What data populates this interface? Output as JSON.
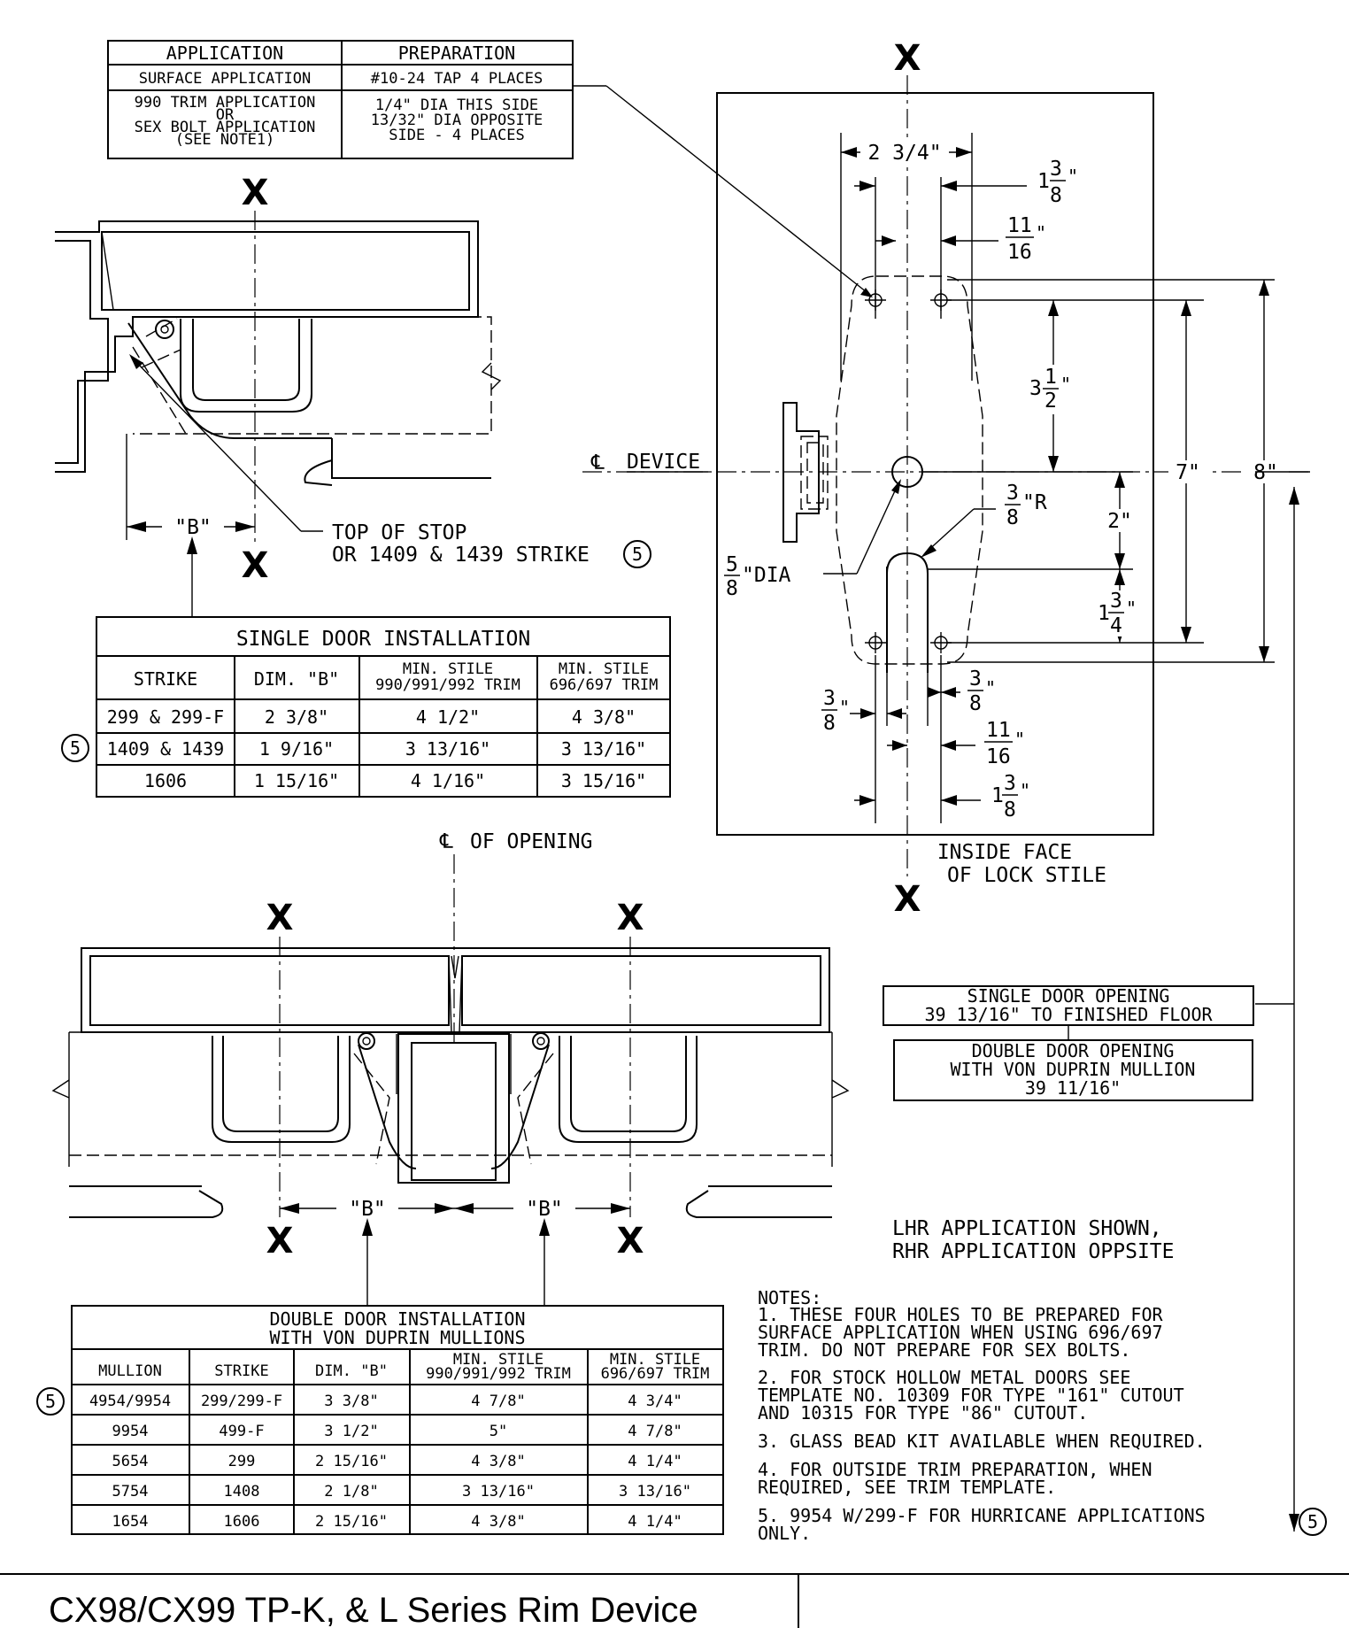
{
  "prep_table": {
    "headers": [
      "APPLICATION",
      "PREPARATION"
    ],
    "rows": [
      [
        "SURFACE APPLICATION",
        "#10-24 TAP 4 PLACES"
      ],
      [
        "990 TRIM APPLICATION|OR|SEX BOLT APPLICATION|(SEE NOTE1)",
        "1/4\" DIA THIS SIDE|13/32\" DIA OPPOSITE|SIDE - 4 PLACES"
      ]
    ]
  },
  "axis_mark": "X",
  "labels": {
    "top_of_stop": "TOP OF STOP",
    "strike_1409": "OR 1409 & 1439 STRIKE",
    "dim_b": "\"B\"",
    "device": "DEVICE",
    "of_opening": "OF OPENING",
    "dia": "\"DIA",
    "r": "\"R",
    "inside_face_1": "INSIDE FACE",
    "inside_face_2": "OF LOCK STILE",
    "lhr_1": "LHR APPLICATION SHOWN,",
    "lhr_2": "RHR APPLICATION OPPSITE",
    "circle_5": "5"
  },
  "dims": {
    "d_2_3_4": "2 3/4\"",
    "w1": "1",
    "w3": "3",
    "w8": "8",
    "inch": "\"",
    "d11": "11",
    "d16": "16",
    "d3a": "3",
    "d1a": "1",
    "d2a": "2",
    "d7": "7\"",
    "d8": "8\"",
    "d2": "2\"",
    "d3b": "3",
    "d8b": "8",
    "d5": "5",
    "d8c": "8",
    "d1b": "1",
    "d3c": "3",
    "d4": "4",
    "d3d": "3",
    "d8d": "8",
    "d3e": "3",
    "d8e": "8",
    "d11b": "11",
    "d16b": "16",
    "d1c": "1",
    "d3f": "3",
    "d8f": "8"
  },
  "single_table": {
    "title": "SINGLE DOOR INSTALLATION",
    "headers": [
      "STRIKE",
      "DIM. \"B\"",
      "MIN. STILE|990/991/992 TRIM",
      "MIN. STILE|696/697 TRIM"
    ],
    "rows": [
      [
        "299 & 299-F",
        "2 3/8\"",
        "4 1/2\"",
        "4 3/8\""
      ],
      [
        "1409 & 1439",
        "1 9/16\"",
        "3 13/16\"",
        "3 13/16\""
      ],
      [
        "1606",
        "1 15/16\"",
        "4 1/16\"",
        "3 15/16\""
      ]
    ]
  },
  "opening_box": {
    "single_1": "SINGLE DOOR OPENING",
    "single_2": "39 13/16\" TO FINISHED FLOOR",
    "double_1": "DOUBLE DOOR OPENING",
    "double_2": "WITH VON DUPRIN MULLION",
    "double_3": "39 11/16\""
  },
  "double_table": {
    "title_1": "DOUBLE DOOR INSTALLATION",
    "title_2": "WITH VON DUPRIN MULLIONS",
    "headers": [
      "MULLION",
      "STRIKE",
      "DIM. \"B\"",
      "MIN. STILE|990/991/992 TRIM",
      "MIN. STILE|696/697 TRIM"
    ],
    "rows": [
      [
        "4954/9954",
        "299/299-F",
        "3 3/8\"",
        "4 7/8\"",
        "4 3/4\""
      ],
      [
        "9954",
        "499-F",
        "3 1/2\"",
        "5\"",
        "4 7/8\""
      ],
      [
        "5654",
        "299",
        "2 15/16\"",
        "4 3/8\"",
        "4 1/4\""
      ],
      [
        "5754",
        "1408",
        "2 1/8\"",
        "3 13/16\"",
        "3 13/16\""
      ],
      [
        "1654",
        "1606",
        "2 15/16\"",
        "4 3/8\"",
        "4 1/4\""
      ]
    ]
  },
  "notes": {
    "heading": "NOTES:",
    "lines": [
      "1.  THESE FOUR HOLES TO BE PREPARED FOR",
      "    SURFACE APPLICATION WHEN USING 696/697",
      "    TRIM. DO NOT PREPARE FOR SEX BOLTS.",
      "2.  FOR STOCK HOLLOW METAL DOORS SEE",
      "    TEMPLATE NO. 10309 FOR TYPE \"161\" CUTOUT",
      "    AND 10315 FOR TYPE \"86\" CUTOUT.",
      "3.  GLASS BEAD KIT AVAILABLE WHEN REQUIRED.",
      "4.  FOR OUTSIDE TRIM PREPARATION, WHEN",
      "    REQUIRED, SEE TRIM TEMPLATE.",
      "5.  9954 W/299-F FOR HURRICANE APPLICATIONS",
      "    ONLY."
    ]
  },
  "footer": {
    "title": "CX98/CX99 TP-K, & L Series Rim Device"
  }
}
